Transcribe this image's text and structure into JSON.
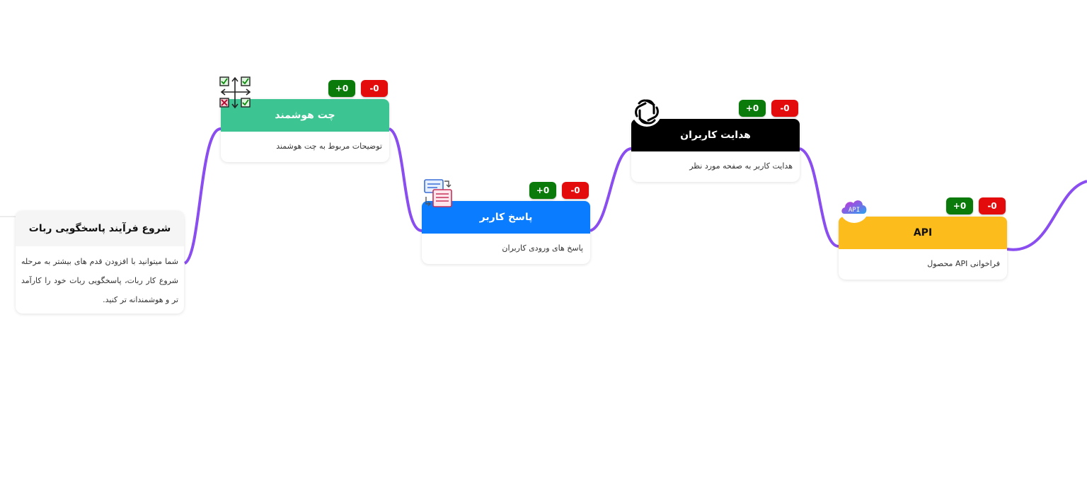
{
  "start": {
    "title": "شروع فرآیند پاسخگویی ربات",
    "description": "شما میتوانید با افزودن قدم های بیشتر به مرحله شروع کار ربات، پاسخگویی ربات خود را کارآمد تر و هوشمندانه تر کنید."
  },
  "nodes": [
    {
      "id": "smart-chat",
      "title": "چت هوشمند",
      "description": "توضیحات مربوط به چت هوشمند",
      "plus": "+0",
      "minus": "-0",
      "color": "#3cc593",
      "icon": "decision-arrows-icon"
    },
    {
      "id": "user-reply",
      "title": "پاسخ کاربر",
      "description": "پاسخ های ورودی کاربران",
      "plus": "+0",
      "minus": "-0",
      "color": "#0a7cff",
      "icon": "form-document-icon"
    },
    {
      "id": "user-redirect",
      "title": "هدایت کاربران",
      "description": "هدایت کاربر به صفحه مورد نظر",
      "plus": "+0",
      "minus": "-0",
      "color": "#000000",
      "icon": "openai-knot-icon"
    },
    {
      "id": "api",
      "title": "API",
      "description": "فراخوانی API محصول",
      "plus": "+0",
      "minus": "-0",
      "color": "#fcbc1c",
      "icon": "api-cloud-icon"
    }
  ],
  "colors": {
    "connector": "#8a4df0",
    "plus": "#0a7a0a",
    "minus": "#e30b0b"
  }
}
